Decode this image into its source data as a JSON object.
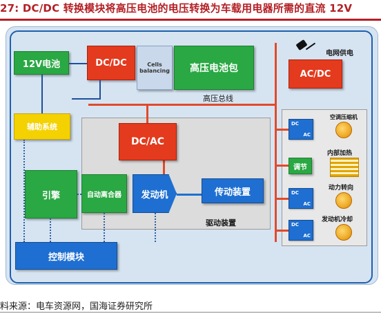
{
  "title": "27: DC/DC 转换模块将高压电池的电压转换为车载用电器所需的直流 12V",
  "source": "料来源：电车资源网，国海证券研究所",
  "colors": {
    "title_red": "#b32025",
    "green": "#2aa843",
    "red": "#e43a1e",
    "blue": "#1e6fd1",
    "yellow": "#f4d100",
    "bus": "#e04a2b"
  },
  "diagram": {
    "battery_12v": "12V电池",
    "dcdc": "DC/DC",
    "cell_balancing": "Cells balancing",
    "hv_pack": "高压电池包",
    "grid_power": "电网供电",
    "acdc": "AC/DC",
    "hv_bus": "高压总线",
    "aux_system": "辅助系统",
    "dcac": "DC/AC",
    "engine": "引擎",
    "clutch": "自动离合器",
    "motor": "发动机",
    "transmission": "传动装置",
    "drive_unit": "驱动装置",
    "control_module": "控制模块",
    "right_panel": {
      "items": [
        {
          "label": "空调压缩机",
          "conv_top": "DC",
          "conv_bottom": "AC"
        },
        {
          "label": "内部加热",
          "block": "调节"
        },
        {
          "label": "动力转向",
          "conv_top": "DC",
          "conv_bottom": "AC"
        },
        {
          "label": "发动机冷却",
          "conv_top": "DC",
          "conv_bottom": "AC"
        }
      ]
    }
  }
}
